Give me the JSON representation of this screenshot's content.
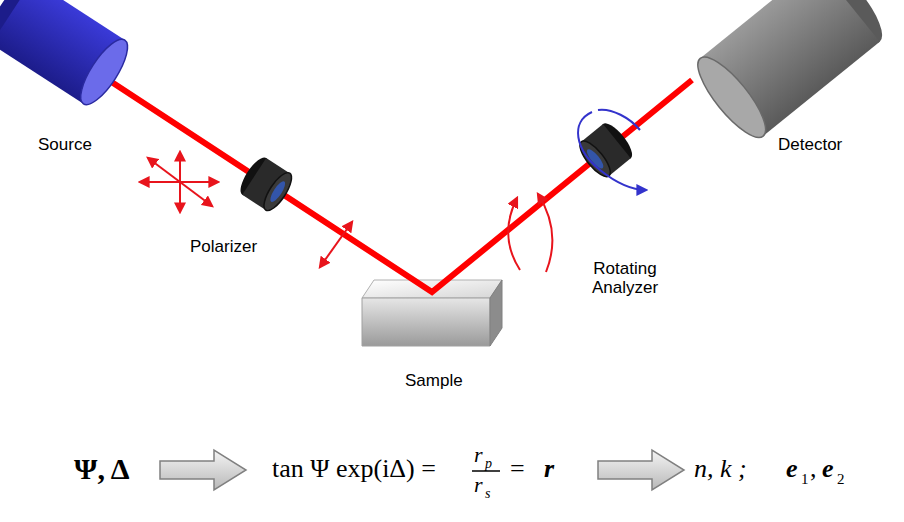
{
  "diagram": {
    "labels": [
      "Source",
      "Polarizer",
      "Sample",
      "Rotating Analyzer",
      "Detector",
      "Ψ, Δ",
      "tan Ψ exp(iΔ) =",
      "r",
      "p",
      "r",
      "s",
      "=",
      "r",
      "n, k ;",
      "e",
      "1",
      ",",
      "e",
      "2"
    ]
  }
}
